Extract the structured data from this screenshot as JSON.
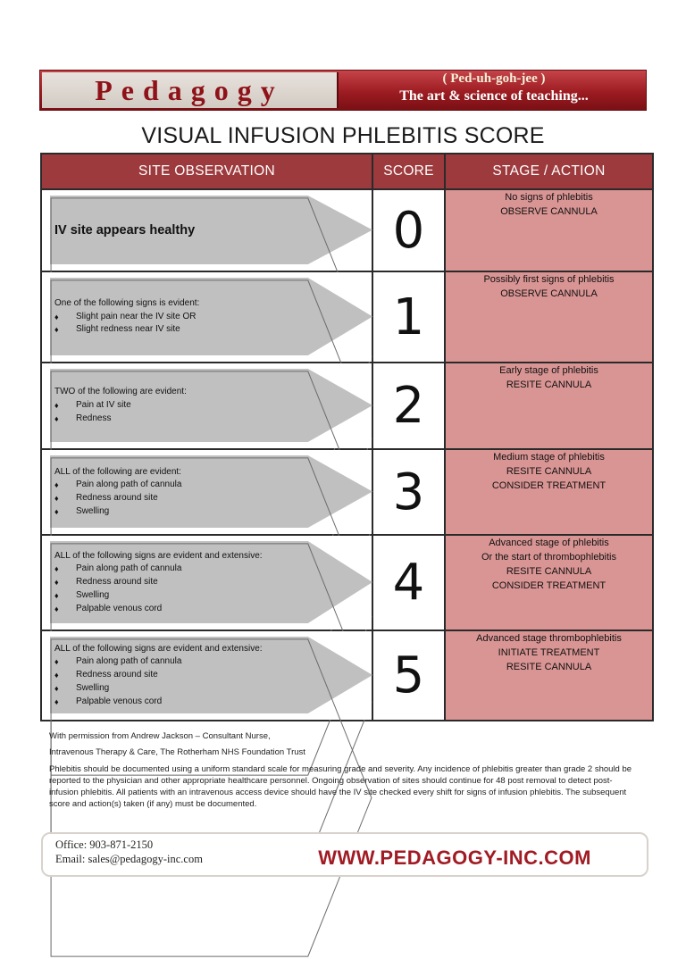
{
  "header": {
    "logo": "Pedagogy",
    "pronunciation": "( Ped-uh-goh-jee )",
    "tagline": "The art & science of teaching..."
  },
  "title": "VISUAL INFUSION PHLEBITIS SCORE",
  "table": {
    "headers": [
      "SITE OBSERVATION",
      "SCORE",
      "STAGE / ACTION"
    ],
    "rows": [
      {
        "lead": "IV site appears healthy",
        "items": [],
        "score": "0",
        "stage": [
          "No signs of phlebitis",
          "OBSERVE CANNULA"
        ]
      },
      {
        "lead": "One of the following signs is evident:",
        "items": [
          "Slight pain near the IV site OR",
          "Slight redness near IV site"
        ],
        "score": "1",
        "stage": [
          "Possibly first signs of phlebitis",
          "OBSERVE CANNULA"
        ]
      },
      {
        "lead": "TWO of the following are evident:",
        "items": [
          "Pain at IV site",
          "Redness"
        ],
        "score": "2",
        "stage": [
          "Early stage of phlebitis",
          "RESITE CANNULA"
        ]
      },
      {
        "lead": "ALL of the following are evident:",
        "items": [
          "Pain along path of cannula",
          "Redness around site",
          "Swelling"
        ],
        "score": "3",
        "stage": [
          "Medium stage of phlebitis",
          "RESITE CANNULA",
          "CONSIDER TREATMENT"
        ]
      },
      {
        "lead": "ALL of the following signs are evident and extensive:",
        "items": [
          "Pain along path of cannula",
          "Redness around site",
          "Swelling",
          "Palpable venous cord"
        ],
        "score": "4",
        "stage": [
          "Advanced stage of phlebitis",
          "Or the start of thrombophlebitis",
          "RESITE CANNULA",
          "CONSIDER TREATMENT"
        ]
      },
      {
        "lead": "ALL of the following signs are evident and extensive:",
        "items": [
          "Pain along path of cannula",
          "Redness around site",
          "Swelling",
          "Palpable venous cord"
        ],
        "score": "5",
        "stage": [
          "Advanced stage thrombophlebitis",
          "INITIATE TREATMENT",
          "RESITE CANNULA"
        ]
      }
    ]
  },
  "footer": {
    "permission_line1": "With permission from Andrew Jackson – Consultant Nurse,",
    "permission_line2": "Intravenous Therapy & Care, The Rotherham NHS Foundation Trust",
    "body": "Phlebitis should be documented using a uniform standard scale for measuring grade and severity. Any incidence of phlebitis greater than grade 2 should be reported to the physician and other appropriate healthcare personnel. Ongoing observation of sites should continue for 48 post removal to detect post-infusion phlebitis. All patients with an intravenous access device should have the IV site checked every shift for signs of infusion phlebitis. The subsequent score and action(s) taken (if any) must be documented."
  },
  "contact": {
    "office": "Office: 903-871-2150",
    "email": "Email: sales@pedagogy-inc.com",
    "website": "WWW.PEDAGOGY-INC.COM"
  },
  "colors": {
    "brand_red": "#9d3a3d",
    "stage_pink": "#d99594",
    "arrow_grey": "#c0c0c0",
    "website_red": "#a11b24"
  }
}
